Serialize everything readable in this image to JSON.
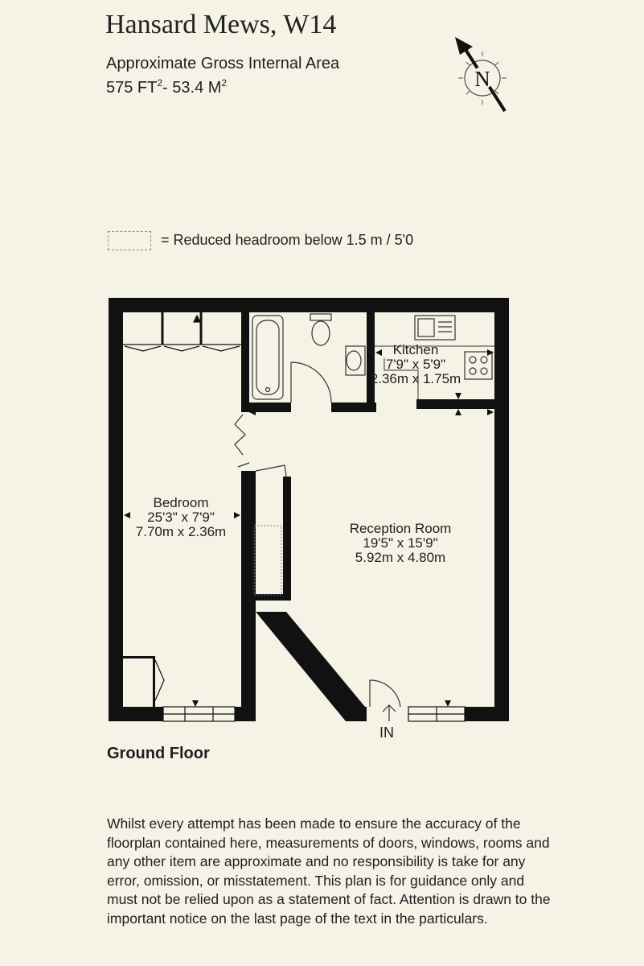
{
  "header": {
    "title": "Hansard Mews, W14",
    "subtitle": "Approximate Gross Internal Area",
    "area_ft": "575 FT",
    "area_sep": "-  53.4 M",
    "sup": "2"
  },
  "compass": {
    "label": "N"
  },
  "legend": {
    "text": "=  Reduced headroom below 1.5 m / 5'0"
  },
  "rooms": {
    "kitchen": {
      "name": "Kitchen",
      "imperial": "7'9\" x 5'9\"",
      "metric": "2.36m x 1.75m"
    },
    "bedroom": {
      "name": "Bedroom",
      "imperial": "25'3\" x 7'9\"",
      "metric": "7.70m x 2.36m"
    },
    "reception": {
      "name": "Reception Room",
      "imperial": "19'5\" x 15'9\"",
      "metric": "5.92m x 4.80m"
    }
  },
  "entrance": {
    "label": "IN"
  },
  "floor": {
    "label": "Ground Floor"
  },
  "disclaimer": "Whilst every attempt has been made to ensure the accuracy of the floorplan contained here, measurements of doors, windows, rooms and any other item are approximate and no responsibility is take for any error, omission, or misstatement. This plan is for guidance only and must not be relied upon as a statement of fact. Attention is drawn to the important notice on the last page of the text in the particulars.",
  "colors": {
    "background": "#f5f3e6",
    "wall": "#111111"
  }
}
